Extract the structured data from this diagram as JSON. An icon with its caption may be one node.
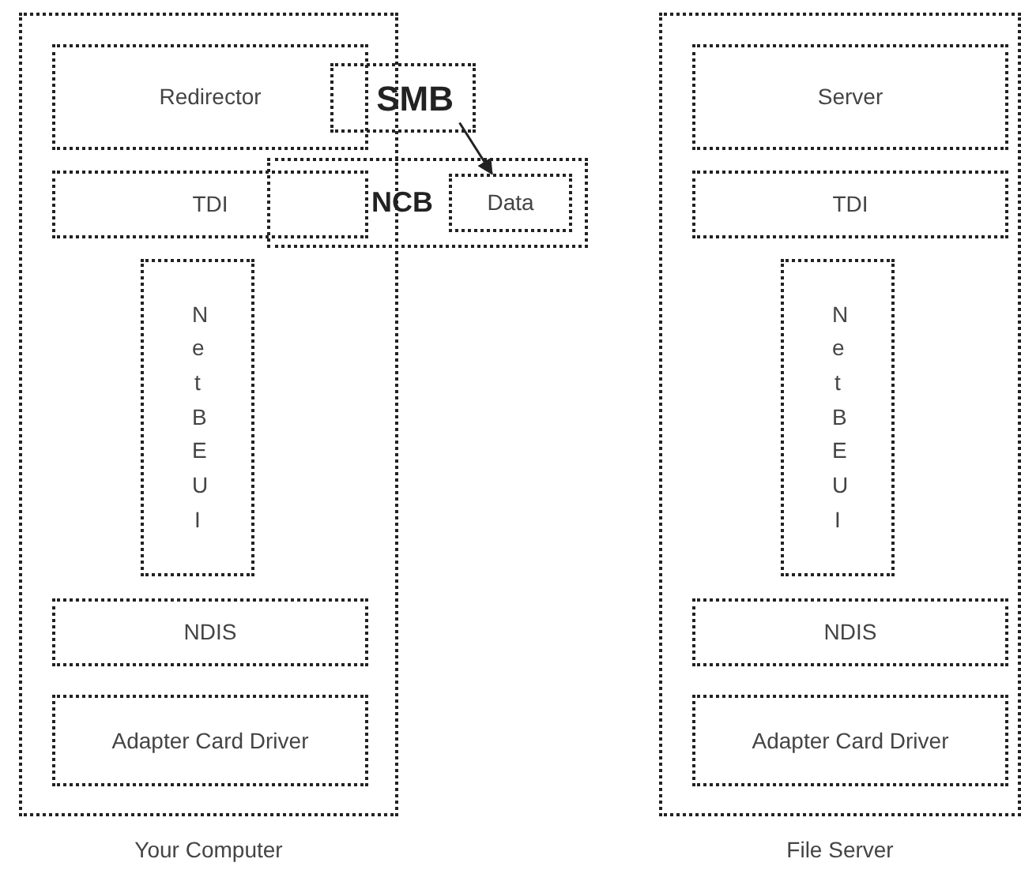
{
  "diagram": {
    "nodes": [
      {
        "text": [
          "Your Computer"
        ]
      },
      {
        "text": [
          "Redirector"
        ],
        "in": 0
      },
      {
        "text": [
          "TDI"
        ],
        "in": 0
      },
      {
        "text": [
          "NetBEUI"
        ],
        "in": 0
      },
      {
        "text": [
          "NDIS"
        ],
        "in": 0
      },
      {
        "text": [
          "Adapter Card Driver"
        ],
        "in": 0
      },
      {
        "text": [
          "File Server"
        ]
      },
      {
        "text": [
          "Server"
        ],
        "in": 6
      },
      {
        "text": [
          "TDI"
        ],
        "in": 6
      },
      {
        "text": [
          "NetBEUI"
        ],
        "in": 6
      },
      {
        "text": [
          "NDIS"
        ],
        "in": 6
      },
      {
        "text": [
          "Adapter Card Driver"
        ],
        "in": 6
      },
      {
        "text": [
          "SMB"
        ]
      },
      {
        "text": [
          "NCB"
        ]
      },
      {
        "text": [
          "Data"
        ],
        "in": 13
      }
    ],
    "edges": [
      {
        "from": 12,
        "to": 14,
        "arrow": "to"
      }
    ]
  }
}
